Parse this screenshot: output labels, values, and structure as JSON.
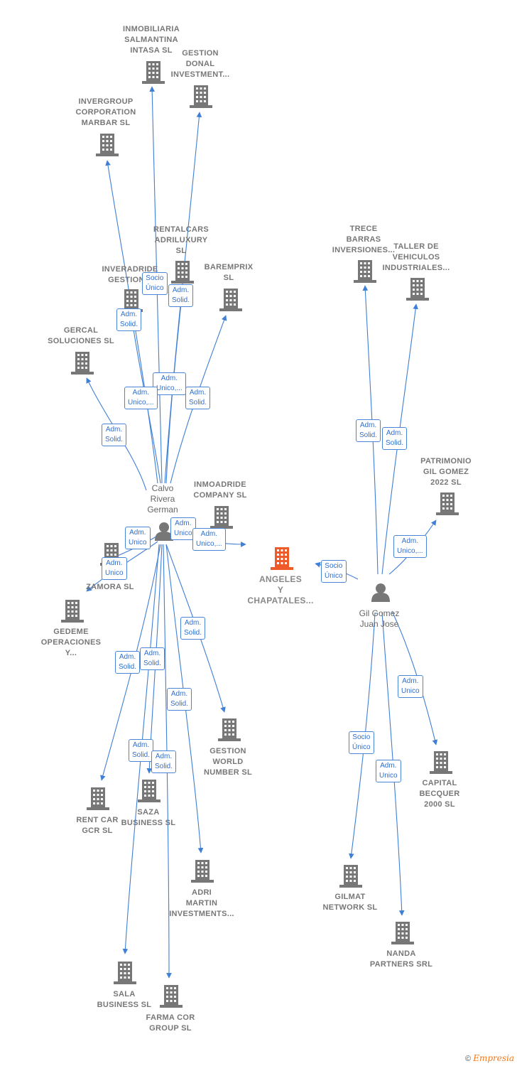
{
  "nodes": [
    {
      "id": "intasa",
      "lines": [
        "INMOBILIARIA",
        "SALMANTINA",
        "INTASA SL"
      ],
      "type": "company"
    },
    {
      "id": "donal",
      "lines": [
        "GESTION",
        "DONAL",
        "INVESTMENT..."
      ],
      "type": "company"
    },
    {
      "id": "invergroup",
      "lines": [
        "INVERGROUP",
        "CORPORATION",
        "MARBAR SL"
      ],
      "type": "company"
    },
    {
      "id": "rentalcars",
      "lines": [
        "RENTALCARS",
        "ADRILUXURY",
        "SL"
      ],
      "type": "company"
    },
    {
      "id": "inveradride",
      "lines": [
        "INVERADRIDE",
        "GESTION..."
      ],
      "type": "company"
    },
    {
      "id": "baremprix",
      "lines": [
        "BAREMPRIX",
        "SL"
      ],
      "type": "company"
    },
    {
      "id": "gercal",
      "lines": [
        "GERCAL",
        "SOLUCIONES SL"
      ],
      "type": "company"
    },
    {
      "id": "trece",
      "lines": [
        "TRECE",
        "BARRAS",
        "INVERSIONES..."
      ],
      "type": "company"
    },
    {
      "id": "taller",
      "lines": [
        "TALLER DE",
        "VEHICULOS",
        "INDUSTRIALES..."
      ],
      "type": "company"
    },
    {
      "id": "patrimonio",
      "lines": [
        "PATRIMONIO",
        "GIL GOMEZ",
        "2022 SL"
      ],
      "type": "company"
    },
    {
      "id": "inmoadride",
      "lines": [
        "INMOADRIDE",
        "COMPANY SL"
      ],
      "type": "company"
    },
    {
      "id": "zamora",
      "lines": [
        "GI...",
        "ZAMORA SL"
      ],
      "type": "company"
    },
    {
      "id": "gedeme",
      "lines": [
        "GEDEME",
        "OPERACIONES",
        "Y..."
      ],
      "type": "company"
    },
    {
      "id": "angeles",
      "lines": [
        "ANGELES",
        "Y",
        "CHAPATALES..."
      ],
      "type": "center"
    },
    {
      "id": "gestionworld",
      "lines": [
        "GESTION",
        "WORLD",
        "NUMBER SL"
      ],
      "type": "company"
    },
    {
      "id": "rentcar",
      "lines": [
        "RENT CAR",
        "GCR SL"
      ],
      "type": "company"
    },
    {
      "id": "saza",
      "lines": [
        "SAZA",
        "BUSINESS SL"
      ],
      "type": "company"
    },
    {
      "id": "adri",
      "lines": [
        "ADRI",
        "MARTIN",
        "INVESTMENTS..."
      ],
      "type": "company"
    },
    {
      "id": "sala",
      "lines": [
        "SALA",
        "BUSINESS SL"
      ],
      "type": "company"
    },
    {
      "id": "farma",
      "lines": [
        "FARMA COR",
        "GROUP SL"
      ],
      "type": "company"
    },
    {
      "id": "capital",
      "lines": [
        "CAPITAL",
        "BECQUER",
        "2000 SL"
      ],
      "type": "company"
    },
    {
      "id": "gilmat",
      "lines": [
        "GILMAT",
        "NETWORK SL"
      ],
      "type": "company"
    },
    {
      "id": "nanda",
      "lines": [
        "NANDA",
        "PARTNERS SRL"
      ],
      "type": "company"
    },
    {
      "id": "calvo",
      "lines": [
        "Calvo",
        "Rivera",
        "German"
      ],
      "type": "person"
    },
    {
      "id": "gil",
      "lines": [
        "Gil Gomez",
        "Juan Jose"
      ],
      "type": "person"
    }
  ],
  "edge_labels": [
    {
      "id": "e-intasa",
      "lines": [
        "Socio",
        "Único"
      ]
    },
    {
      "id": "e-rentalcars",
      "lines": [
        "Adm.",
        "Solid."
      ]
    },
    {
      "id": "e-inveradride",
      "lines": [
        "Adm.",
        "Solid."
      ]
    },
    {
      "id": "e-donal",
      "lines": [
        "Adm.",
        "Unico,..."
      ]
    },
    {
      "id": "e-invergroup",
      "lines": [
        "Adm.",
        "Unico,..."
      ]
    },
    {
      "id": "e-baremprix",
      "lines": [
        "Adm.",
        "Solid."
      ]
    },
    {
      "id": "e-gercal",
      "lines": [
        "Adm.",
        "Solid."
      ]
    },
    {
      "id": "e-inmoadride-1",
      "lines": [
        "Adm.",
        "Unico"
      ]
    },
    {
      "id": "e-inmoadride-2",
      "lines": [
        "Adm.",
        "Unico,..."
      ]
    },
    {
      "id": "e-zamora",
      "lines": [
        "Adm.",
        "Unico"
      ]
    },
    {
      "id": "e-gedeme",
      "lines": [
        "Adm.",
        "Unico"
      ]
    },
    {
      "id": "e-gestionworld",
      "lines": [
        "Adm.",
        "Solid."
      ]
    },
    {
      "id": "e-rentcar",
      "lines": [
        "Adm.",
        "Solid."
      ]
    },
    {
      "id": "e-sala",
      "lines": [
        "Adm.",
        "Solid."
      ]
    },
    {
      "id": "e-adri",
      "lines": [
        "Adm.",
        "Solid."
      ]
    },
    {
      "id": "e-saza-1",
      "lines": [
        "Adm.",
        "Solid."
      ]
    },
    {
      "id": "e-farma",
      "lines": [
        "Adm.",
        "Solid."
      ]
    },
    {
      "id": "e-trece",
      "lines": [
        "Adm.",
        "Solid."
      ]
    },
    {
      "id": "e-taller",
      "lines": [
        "Adm.",
        "Solid."
      ]
    },
    {
      "id": "e-patrimonio",
      "lines": [
        "Adm.",
        "Unico,..."
      ]
    },
    {
      "id": "e-angeles",
      "lines": [
        "Socio",
        "Único"
      ]
    },
    {
      "id": "e-capital",
      "lines": [
        "Adm.",
        "Unico"
      ]
    },
    {
      "id": "e-gilmat",
      "lines": [
        "Socio",
        "Único"
      ]
    },
    {
      "id": "e-nanda",
      "lines": [
        "Adm.",
        "Unico"
      ]
    }
  ],
  "colors": {
    "edge": "#3f7fd6",
    "building": "#777777",
    "center_building": "#f05a28",
    "person": "#777777"
  },
  "footer": {
    "copyright": "©",
    "brand": "Empresia"
  }
}
